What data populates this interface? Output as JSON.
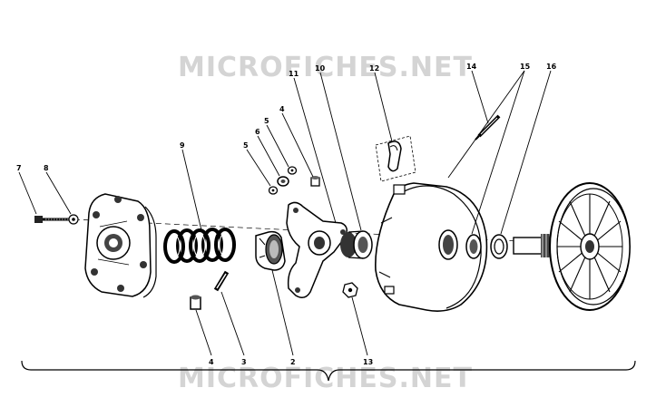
{
  "watermark": {
    "top": "MICROFICHES.NET",
    "bottom": "MICROFICHES.NET"
  },
  "callouts": [
    {
      "id": "c7",
      "label": "7"
    },
    {
      "id": "c8",
      "label": "8"
    },
    {
      "id": "c9",
      "label": "9"
    },
    {
      "id": "c5a",
      "label": "5"
    },
    {
      "id": "c6",
      "label": "6"
    },
    {
      "id": "c5b",
      "label": "5"
    },
    {
      "id": "c4a",
      "label": "4"
    },
    {
      "id": "c11",
      "label": "11"
    },
    {
      "id": "c10",
      "label": "10"
    },
    {
      "id": "c12",
      "label": "12"
    },
    {
      "id": "c14",
      "label": "14"
    },
    {
      "id": "c15",
      "label": "15"
    },
    {
      "id": "c16",
      "label": "16"
    },
    {
      "id": "c4b",
      "label": "4"
    },
    {
      "id": "c3",
      "label": "3"
    },
    {
      "id": "c2",
      "label": "2"
    },
    {
      "id": "c13",
      "label": "13"
    }
  ]
}
